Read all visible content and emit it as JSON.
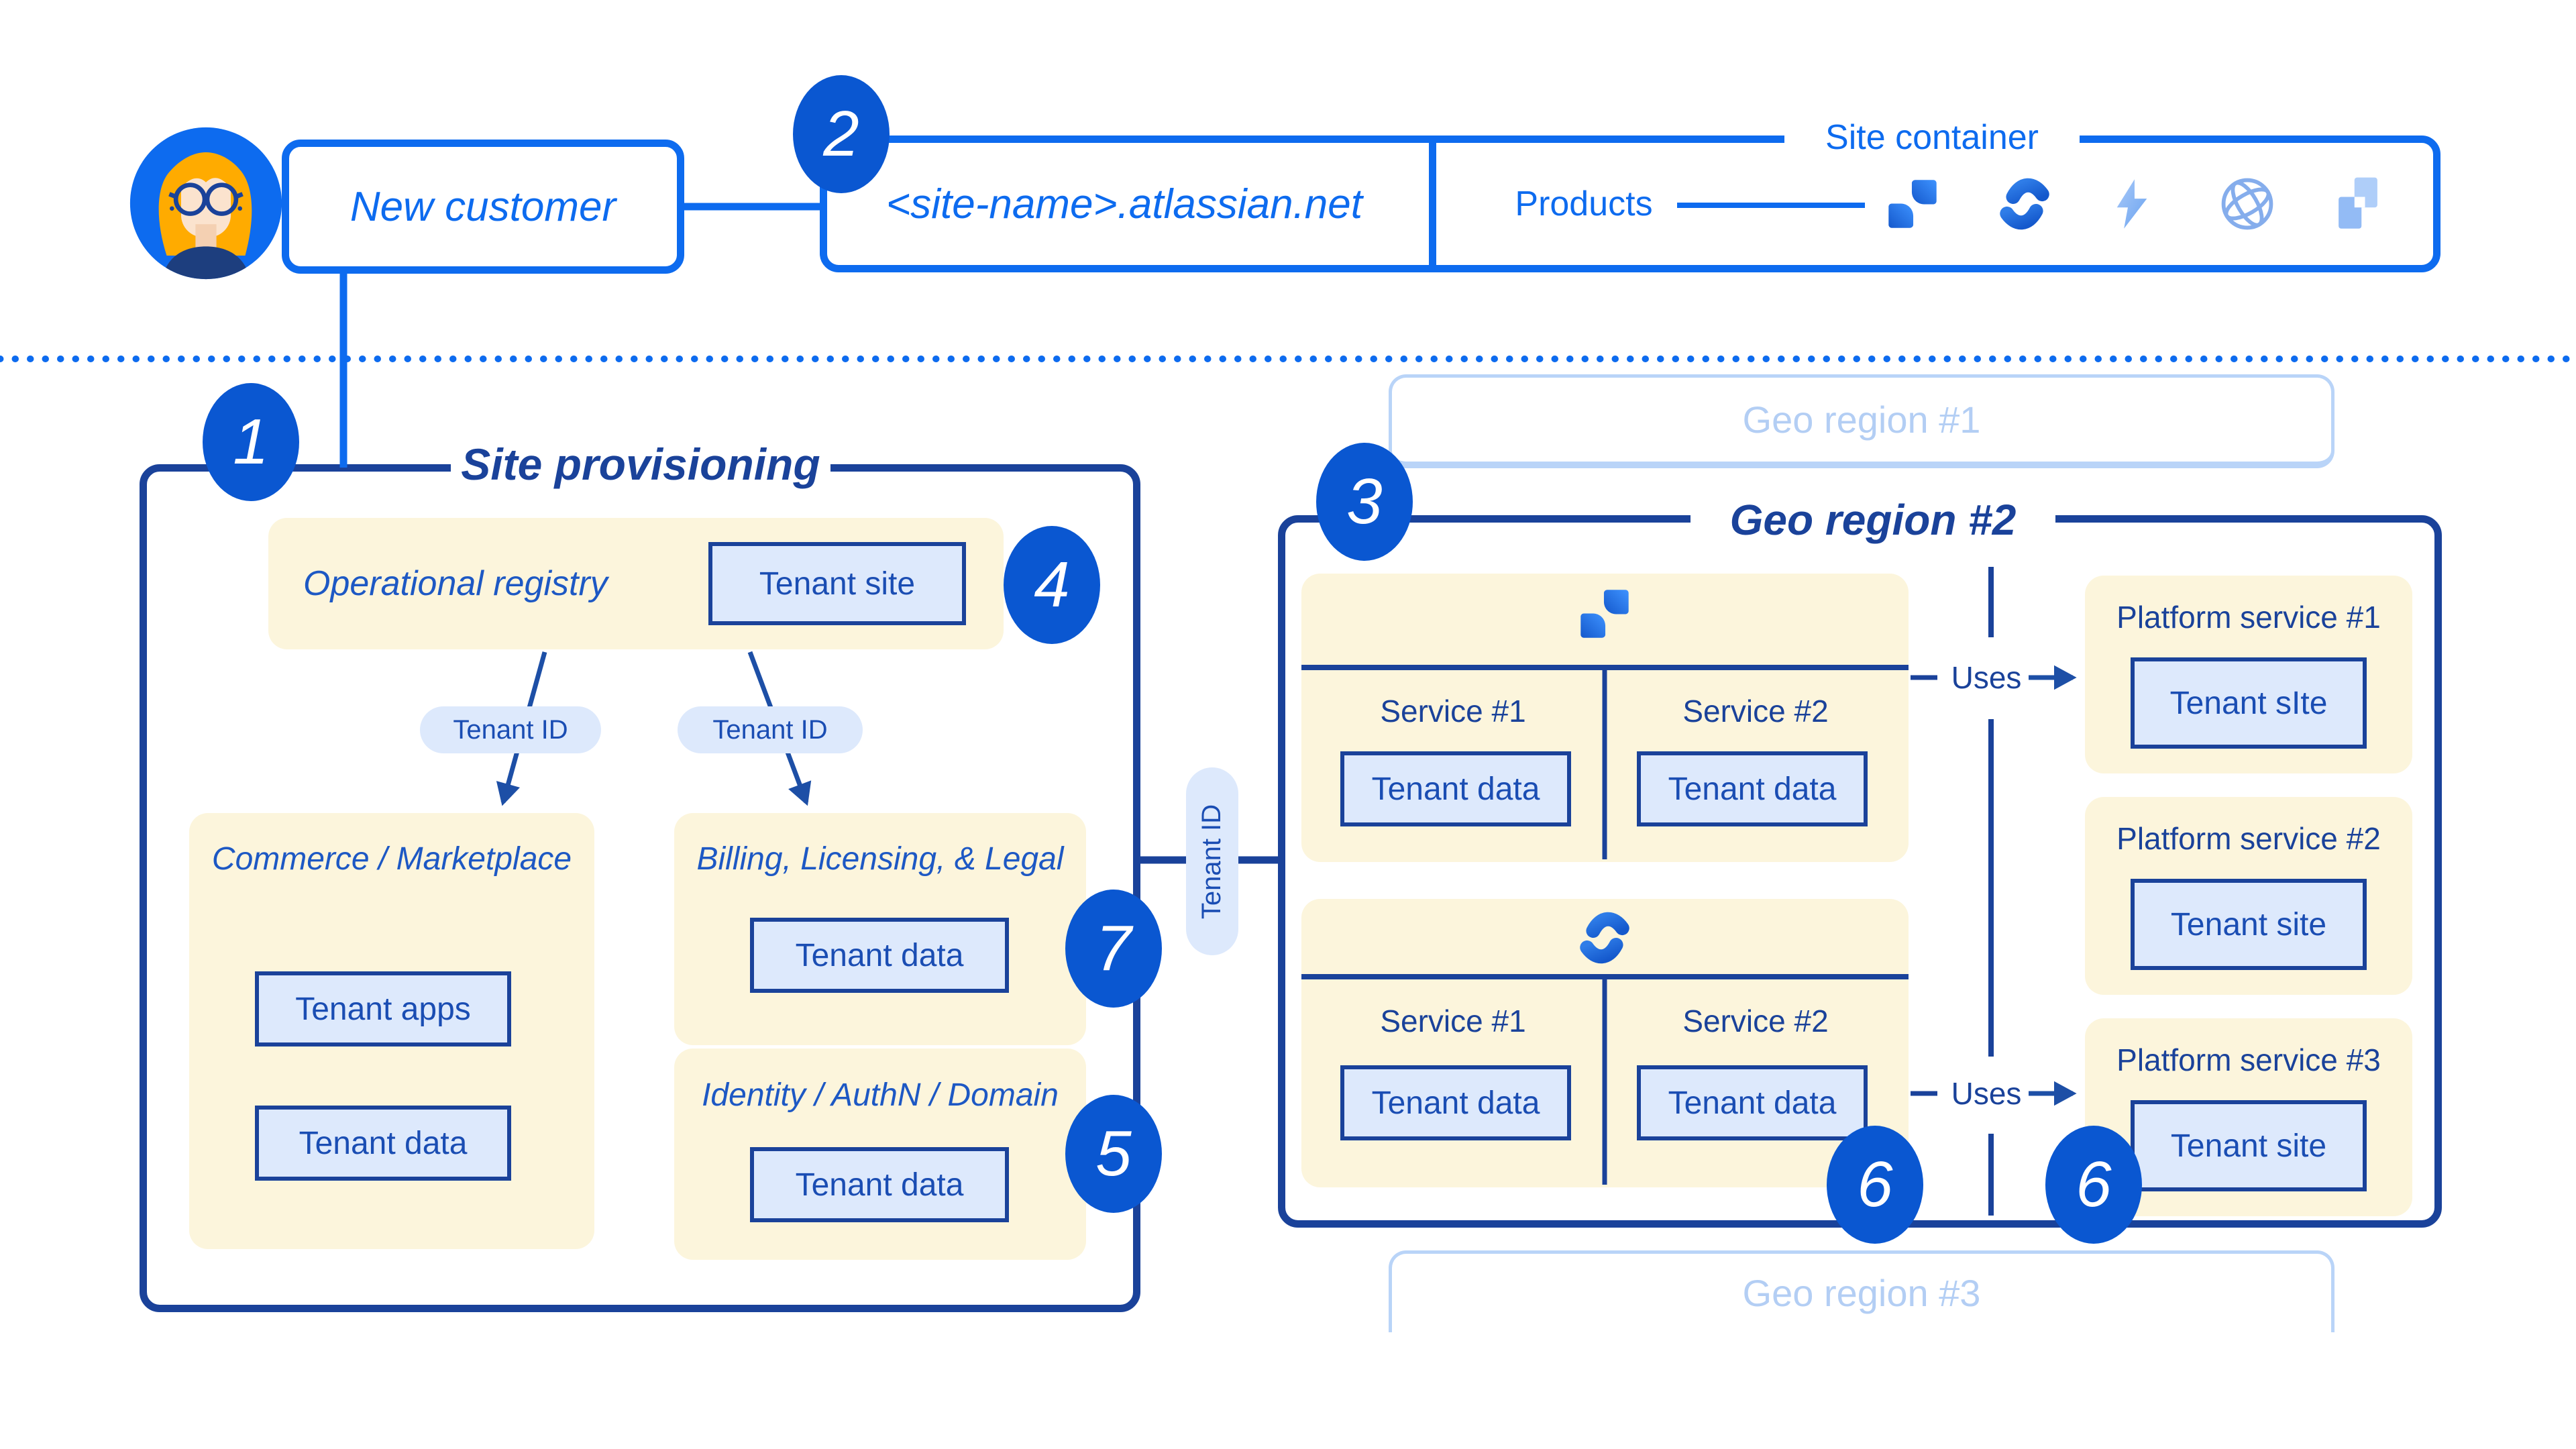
{
  "palette": {
    "bright_blue": "#0D6BEF",
    "badge_blue": "#0A57D1",
    "navy": "#1A429A",
    "arrow_navy": "#1D4FA6",
    "yellow_panel": "#FCF5DC",
    "light_blue_fill": "#DDE9FC",
    "tenant_text": "#1A4DB3",
    "italic_title_blue": "#1D58C4",
    "faded_border": "#B9D4F8",
    "faded_text": "#B3CEF4",
    "avatar_hair": "#FFAB00",
    "avatar_skin": "#FBE3CE",
    "avatar_sweater": "#1D3E7E"
  },
  "steps": {
    "s1": "1",
    "s2": "2",
    "s3": "3",
    "s4": "4",
    "s5": "5",
    "s6a": "6",
    "s6b": "6",
    "s7": "7"
  },
  "top": {
    "new_customer": "New customer",
    "site_name": "<site-name>.atlassian.net",
    "site_container": "Site container",
    "products_label": "Products",
    "product_icons": [
      "jira",
      "confluence",
      "lightning",
      "globe",
      "tiles"
    ]
  },
  "site_provisioning": {
    "title": "Site provisioning",
    "registry": {
      "title": "Operational registry",
      "tenant_site": "Tenant site"
    },
    "pill_left": "Tenant ID",
    "pill_right": "Tenant ID",
    "commerce": {
      "title": "Commerce / Marketplace",
      "tenant_apps": "Tenant apps",
      "tenant_data": "Tenant data"
    },
    "billing": {
      "title": "Billing, Licensing, & Legal",
      "tenant_data": "Tenant data"
    },
    "identity": {
      "title": "Identity / AuthN / Domain",
      "tenant_data": "Tenant data"
    }
  },
  "connector": {
    "pill": "Tenant ID"
  },
  "geo": {
    "region1": "Geo region #1",
    "region2": {
      "title": "Geo region #2",
      "jira": {
        "icon": "jira",
        "service1": {
          "name": "Service #1",
          "data": "Tenant data"
        },
        "service2": {
          "name": "Service #2",
          "data": "Tenant data"
        }
      },
      "confluence": {
        "icon": "confluence",
        "service1": {
          "name": "Service #1",
          "data": "Tenant data"
        },
        "service2": {
          "name": "Service #2",
          "data": "Tenant data"
        }
      },
      "uses1": "Uses",
      "uses2": "Uses",
      "platforms": [
        {
          "title": "Platform service #1",
          "box": "Tenant sIte"
        },
        {
          "title": "Platform service #2",
          "box": "Tenant site"
        },
        {
          "title": "Platform service #3",
          "box": "Tenant site"
        }
      ]
    },
    "region3": "Geo region #3"
  }
}
